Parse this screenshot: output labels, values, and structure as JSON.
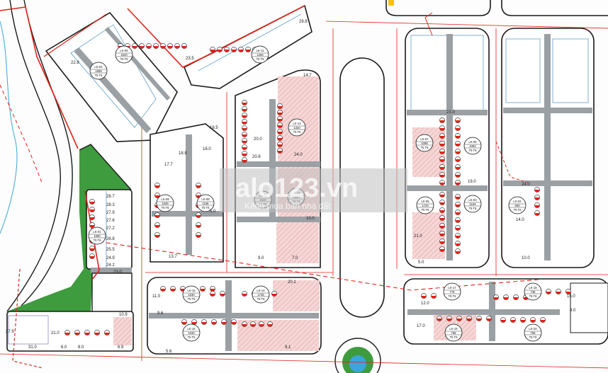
{
  "watermark": {
    "brand": "alo123.vn",
    "tagline": "Kênh mua bán nhà đất"
  },
  "colors": {
    "road_grey": "#9aa0a4",
    "block_outline": "#1a1a1a",
    "lot_line": "#2f7fb4",
    "boundary_red": "#e2231a",
    "green_area": "#3e9b3e",
    "hatch_pink": "#f2c8c8",
    "water_blue": "#3aa6d8"
  },
  "circle_labels": [
    {
      "id": "a",
      "t1": "LK-06",
      "t2": "1640",
      "t3": "T5 T6"
    },
    {
      "id": "b",
      "t1": "LK-04",
      "t2": "1656",
      "t3": "T5 T6"
    },
    {
      "id": "c",
      "t1": "LK-11",
      "t2": "1256",
      "t3": "T5 T6"
    },
    {
      "id": "d",
      "t1": "LK-13",
      "t2": "1320",
      "t3": "T5 T6"
    },
    {
      "id": "e",
      "t1": "LK-12",
      "t2": "1800",
      "t3": "T5 T6"
    },
    {
      "id": "f",
      "t1": "LK-10",
      "t2": "1640",
      "t3": "T5 T6"
    },
    {
      "id": "g",
      "t1": "LK-09",
      "t2": "1636",
      "t3": "T5 T6"
    },
    {
      "id": "h",
      "t1": "LK-08",
      "t2": "1156",
      "t3": "T5 T6"
    },
    {
      "id": "i",
      "t1": "LK-07",
      "t2": "1088",
      "t3": "T5 T6"
    },
    {
      "id": "j",
      "t1": "LK-06",
      "t2": "1092",
      "t3": "T5 T6"
    },
    {
      "id": "k",
      "t1": "LK-05",
      "t2": "1720",
      "t3": "T5 T6"
    },
    {
      "id": "l",
      "t1": "LK-03",
      "t2": "1164",
      "t3": "T5 T6"
    },
    {
      "id": "m",
      "t1": "LK-02",
      "t2": "800",
      "t3": "T5 T6"
    },
    {
      "id": "n",
      "t1": "LK-01",
      "t2": "1080",
      "t3": "T5 T6"
    },
    {
      "id": "o",
      "t1": "LK-15",
      "t2": "1030",
      "t3": "T5 T6"
    },
    {
      "id": "p",
      "t1": "LK-16",
      "t2": "1030",
      "t3": "T5 T6"
    },
    {
      "id": "q",
      "t1": "LK-14",
      "t2": "1736",
      "t3": "T5 T6"
    },
    {
      "id": "r",
      "t1": "LK-17",
      "t2": "776",
      "t3": "T5 T6"
    },
    {
      "id": "s",
      "t1": "LK-18",
      "t2": "736",
      "t3": "T5 T6"
    },
    {
      "id": "t",
      "t1": "LK-19",
      "t2": "766",
      "t3": "T5 T6"
    },
    {
      "id": "u",
      "t1": "LK-20",
      "t2": "766",
      "t3": "T5 T6"
    }
  ],
  "dimension_labels": [
    "28.7",
    "28.3",
    "27.9",
    "27.6",
    "27.2",
    "26.8",
    "25.5",
    "24.9",
    "24.2",
    "23.0",
    "10.9",
    "21.0",
    "31.0",
    "27.9",
    "6.0",
    "8.0",
    "6.9",
    "17.7",
    "18.0",
    "13.7",
    "5.0",
    "16.5",
    "18.8",
    "20.0",
    "24.0",
    "20.6",
    "14.7",
    "9.0",
    "7.0",
    "10.0",
    "20.1",
    "23.0",
    "19.0",
    "24.0",
    "14.0",
    "10.0",
    "5.0",
    "21.0",
    "12.0",
    "17.0",
    "9.6",
    "5.6",
    "11.0",
    "15.0",
    "4.0",
    "9.1",
    "22.8",
    "23.5",
    "29.8"
  ]
}
